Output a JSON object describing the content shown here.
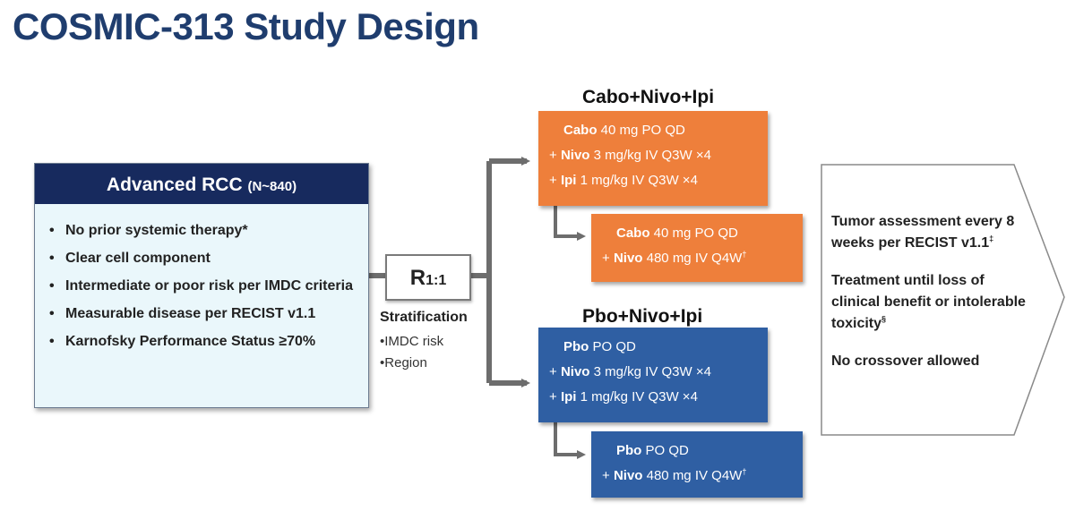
{
  "title": "COSMIC-313 Study Design",
  "population": {
    "header": "Advanced RCC",
    "header_small": "(N~840)",
    "criteria": [
      "No prior systemic therapy*",
      "Clear cell component",
      "Intermediate or poor risk per IMDC criteria",
      "Measurable disease per RECIST v1.1",
      "Karnofsky Performance Status ≥70%"
    ]
  },
  "randomization": {
    "label": "R",
    "ratio": "1:1"
  },
  "stratification": {
    "title": "Stratification",
    "factors": [
      "IMDC risk",
      "Region"
    ]
  },
  "arm_a": {
    "label": "Cabo+Nivo+Ipi",
    "induction": [
      {
        "prefix": "",
        "drug": "Cabo",
        "dose": " 40 mg PO QD"
      },
      {
        "prefix": "+ ",
        "drug": "Nivo",
        "dose": " 3 mg/kg IV Q3W ×4"
      },
      {
        "prefix": "+ ",
        "drug": "Ipi",
        "dose": " 1 mg/kg IV Q3W ×4"
      }
    ],
    "maintenance": [
      {
        "prefix": "",
        "drug": "Cabo",
        "dose": " 40 mg PO QD",
        "sup": ""
      },
      {
        "prefix": "+ ",
        "drug": "Nivo",
        "dose": " 480 mg IV Q4W",
        "sup": "†"
      }
    ]
  },
  "arm_b": {
    "label": "Pbo+Nivo+Ipi",
    "induction": [
      {
        "prefix": "",
        "drug": "Pbo",
        "dose": " PO QD"
      },
      {
        "prefix": "+ ",
        "drug": "Nivo",
        "dose": " 3 mg/kg IV Q3W ×4"
      },
      {
        "prefix": "+ ",
        "drug": "Ipi",
        "dose": " 1 mg/kg IV Q3W ×4"
      }
    ],
    "maintenance": [
      {
        "prefix": "",
        "drug": "Pbo",
        "dose": " PO QD",
        "sup": ""
      },
      {
        "prefix": "+ ",
        "drug": "Nivo",
        "dose": " 480 mg IV Q4W",
        "sup": "†"
      }
    ]
  },
  "followup": {
    "assessment": "Tumor assessment every 8 weeks per RECIST v1.1",
    "assessment_sup": "‡",
    "treatment": "Treatment until loss of clinical benefit or intolerable toxicity",
    "treatment_sup": "§",
    "crossover": "No crossover allowed"
  },
  "colors": {
    "title": "#1f3d6e",
    "population_header": "#172a5e",
    "population_body": "#eaf7fb",
    "arm_a": "#ee7f3b",
    "arm_b": "#2f5fa3",
    "arrow": "#6d6d6d"
  }
}
